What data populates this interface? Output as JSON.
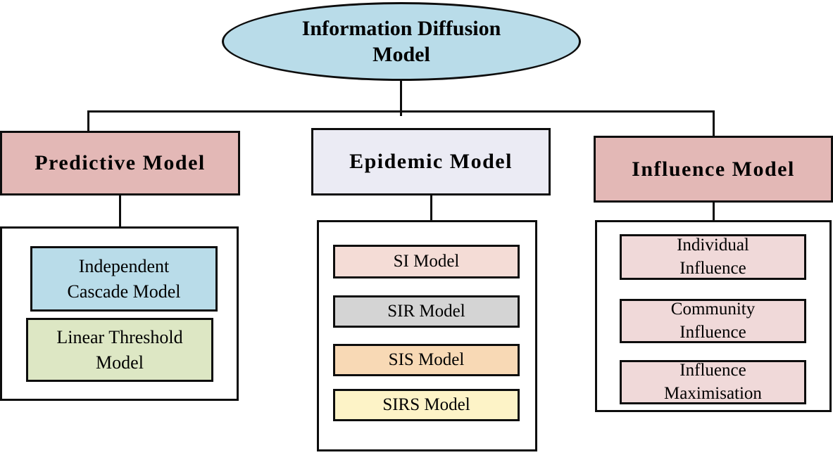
{
  "diagram": {
    "title": "Information Diffusion Model taxonomy",
    "root": {
      "label": "Information Diffusion\nModel"
    },
    "branches": [
      {
        "label": "Predictive Model",
        "children": [
          {
            "label": "Independent\nCascade Model"
          },
          {
            "label": "Linear Threshold\nModel"
          }
        ]
      },
      {
        "label": "Epidemic Model",
        "children": [
          {
            "label": "SI Model"
          },
          {
            "label": "SIR Model"
          },
          {
            "label": "SIS Model"
          },
          {
            "label": "SIRS Model"
          }
        ]
      },
      {
        "label": "Influence Model",
        "children": [
          {
            "label": "Individual\nInfluence"
          },
          {
            "label": "Community\nInfluence"
          },
          {
            "label": "Influence\nMaximisation"
          }
        ]
      }
    ]
  },
  "colors": {
    "root_fill": "#b9dce9",
    "predictive_header_fill": "#e3b8b6",
    "epidemic_header_fill": "#ebebf4",
    "influence_header_fill": "#e3b8b6",
    "independent_cascade_fill": "#b9dce9",
    "linear_threshold_fill": "#dde7c4",
    "si_fill": "#f4dcd6",
    "sir_fill": "#d4d4d4",
    "sis_fill": "#f8d9b5",
    "sirs_fill": "#fdf3c7",
    "influence_child_fill": "#f0d9d9",
    "container_fill": "#ffffff",
    "line_color": "#0d0d0d"
  }
}
